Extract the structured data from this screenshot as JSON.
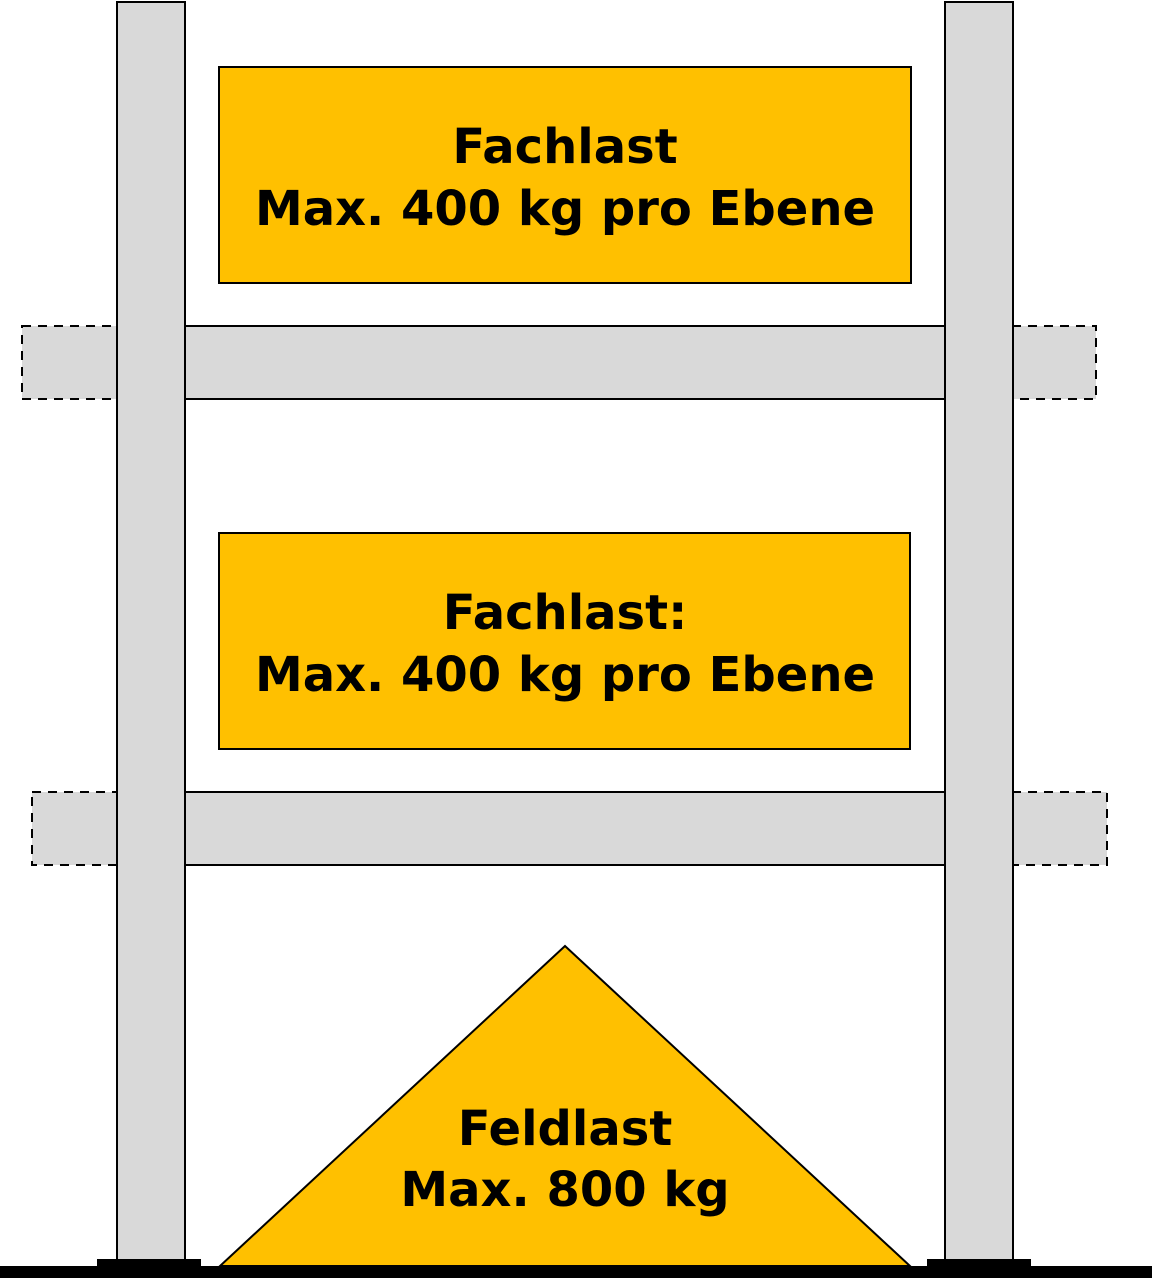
{
  "colors": {
    "upright": "#d9d9d9",
    "beam": "#d9d9d9",
    "load": "#ffc000",
    "outline": "#000000",
    "background": "#ffffff"
  },
  "shelf_top": {
    "title": "Fachlast",
    "detail": "Max. 400 kg pro Ebene",
    "max_load_kg": 400
  },
  "shelf_middle": {
    "title": "Fachlast:",
    "detail": "Max. 400 kg pro Ebene",
    "max_load_kg": 400
  },
  "field_load": {
    "title": "Feldlast",
    "detail": "Max. 800 kg",
    "max_load_kg": 800
  }
}
